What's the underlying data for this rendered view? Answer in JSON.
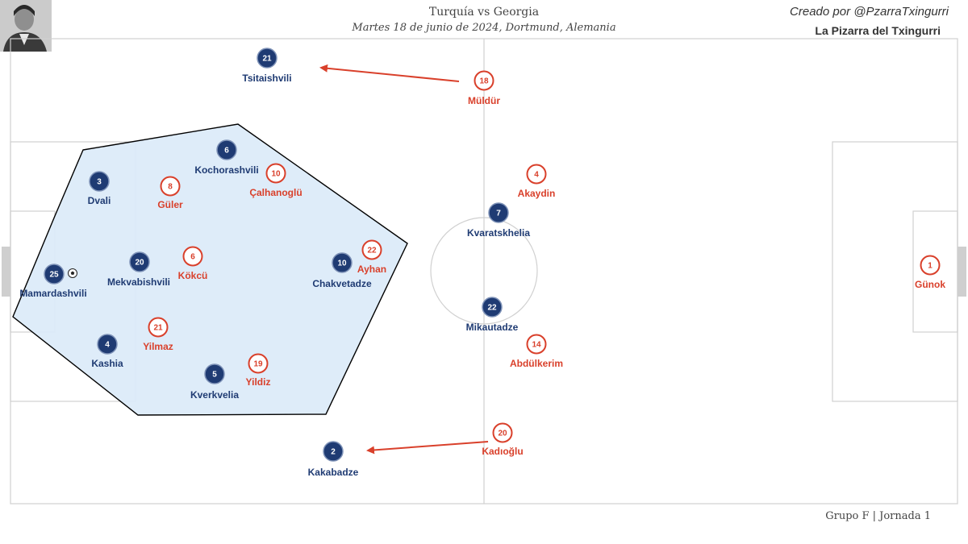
{
  "header": {
    "match": "Turquía vs Georgia",
    "details": "Martes 18 de junio de 2024, Dortmund, Alemania",
    "credit_handle": "Creado por @PzarraTxingurri",
    "credit_name": "La Pizarra del Txingurri"
  },
  "footer": {
    "text": "Grupo F | Jornada 1"
  },
  "colors": {
    "georgia": "#1f3b73",
    "turkey": "#d9402b",
    "block_fill": "#dbeaf9",
    "pitch_lines": "#d0d0d0"
  },
  "georgia_players": [
    {
      "number": "21",
      "name": "Tsitaishvili"
    },
    {
      "number": "6",
      "name": "Kochorashvili"
    },
    {
      "number": "3",
      "name": "Dvali"
    },
    {
      "number": "25",
      "name": "Mamardashvili",
      "has_ball": true
    },
    {
      "number": "20",
      "name": "Mekvabishvili"
    },
    {
      "number": "10",
      "name": "Chakvetadze"
    },
    {
      "number": "4",
      "name": "Kashia"
    },
    {
      "number": "5",
      "name": "Kverkvelia"
    },
    {
      "number": "2",
      "name": "Kakabadze"
    },
    {
      "number": "7",
      "name": "Kvaratskhelia"
    },
    {
      "number": "22",
      "name": "Mikautadze"
    }
  ],
  "turkey_players": [
    {
      "number": "18",
      "name": "Müldür"
    },
    {
      "number": "8",
      "name": "Güler"
    },
    {
      "number": "10",
      "name": "Çalhanoglü"
    },
    {
      "number": "6",
      "name": "Kökcü"
    },
    {
      "number": "22",
      "name": "Ayhan"
    },
    {
      "number": "21",
      "name": "Yilmaz"
    },
    {
      "number": "19",
      "name": "Yildiz"
    },
    {
      "number": "4",
      "name": "Akaydin"
    },
    {
      "number": "14",
      "name": "Abdülkerim"
    },
    {
      "number": "20",
      "name": "Kadıoğlu"
    },
    {
      "number": "1",
      "name": "Günok"
    }
  ],
  "icons": {
    "ball": "soccer-ball-icon",
    "avatar": "author-photo"
  }
}
